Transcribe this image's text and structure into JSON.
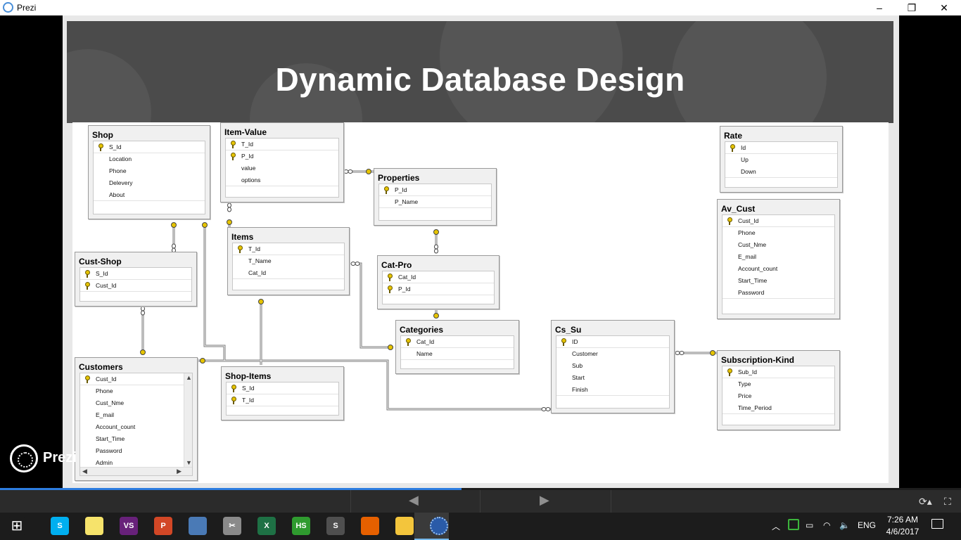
{
  "window": {
    "title": "Prezi",
    "minimize_glyph": "–",
    "maximize_glyph": "❐",
    "close_glyph": "✕"
  },
  "slide": {
    "title": "Dynamic Database Design"
  },
  "diagram": {
    "tables": [
      {
        "id": "shop",
        "name": "Shop",
        "columns": [
          {
            "name": "S_Id",
            "key": true
          },
          {
            "name": "Location",
            "key": false
          },
          {
            "name": "Phone",
            "key": false
          },
          {
            "name": "Delevery",
            "key": false
          },
          {
            "name": "About",
            "key": false
          }
        ]
      },
      {
        "id": "item-value",
        "name": "Item-Value",
        "columns": [
          {
            "name": "T_Id",
            "key": true
          },
          {
            "name": "P_Id",
            "key": true
          },
          {
            "name": "value",
            "key": false
          },
          {
            "name": "options",
            "key": false
          }
        ]
      },
      {
        "id": "properties",
        "name": "Properties",
        "columns": [
          {
            "name": "P_Id",
            "key": true
          },
          {
            "name": "P_Name",
            "key": false
          }
        ]
      },
      {
        "id": "items",
        "name": "Items",
        "columns": [
          {
            "name": "T_Id",
            "key": true
          },
          {
            "name": "T_Name",
            "key": false
          },
          {
            "name": "Cat_Id",
            "key": false
          }
        ]
      },
      {
        "id": "cust-shop",
        "name": "Cust-Shop",
        "columns": [
          {
            "name": "S_Id",
            "key": true
          },
          {
            "name": "Cust_Id",
            "key": true
          }
        ]
      },
      {
        "id": "cat-pro",
        "name": "Cat-Pro",
        "columns": [
          {
            "name": "Cat_Id",
            "key": true
          },
          {
            "name": "P_Id",
            "key": true
          }
        ]
      },
      {
        "id": "categories",
        "name": "Categories",
        "columns": [
          {
            "name": "Cat_Id",
            "key": true
          },
          {
            "name": "Name",
            "key": false
          }
        ]
      },
      {
        "id": "customers",
        "name": "Customers",
        "columns": [
          {
            "name": "Cust_Id",
            "key": true
          },
          {
            "name": "Phone",
            "key": false
          },
          {
            "name": "Cust_Nme",
            "key": false
          },
          {
            "name": "E_mail",
            "key": false
          },
          {
            "name": "Account_count",
            "key": false
          },
          {
            "name": "Start_Time",
            "key": false
          },
          {
            "name": "Password",
            "key": false
          },
          {
            "name": "Admin",
            "key": false
          }
        ]
      },
      {
        "id": "shop-items",
        "name": "Shop-Items",
        "columns": [
          {
            "name": "S_Id",
            "key": true
          },
          {
            "name": "T_Id",
            "key": true
          }
        ]
      },
      {
        "id": "cs-su",
        "name": "Cs_Su",
        "columns": [
          {
            "name": "ID",
            "key": true
          },
          {
            "name": "Customer",
            "key": false
          },
          {
            "name": "Sub",
            "key": false
          },
          {
            "name": "Start",
            "key": false
          },
          {
            "name": "Finish",
            "key": false
          }
        ]
      },
      {
        "id": "rate",
        "name": "Rate",
        "columns": [
          {
            "name": "Id",
            "key": true
          },
          {
            "name": "Up",
            "key": false
          },
          {
            "name": "Down",
            "key": false
          }
        ]
      },
      {
        "id": "av-cust",
        "name": "Av_Cust",
        "columns": [
          {
            "name": "Cust_Id",
            "key": true
          },
          {
            "name": "Phone",
            "key": false
          },
          {
            "name": "Cust_Nme",
            "key": false
          },
          {
            "name": "E_mail",
            "key": false
          },
          {
            "name": "Account_count",
            "key": false
          },
          {
            "name": "Start_Time",
            "key": false
          },
          {
            "name": "Password",
            "key": false
          }
        ]
      },
      {
        "id": "subscription-kind",
        "name": "Subscription-Kind",
        "columns": [
          {
            "name": "Sub_Id",
            "key": true
          },
          {
            "name": "Type",
            "key": false
          },
          {
            "name": "Price",
            "key": false
          },
          {
            "name": "Time_Period",
            "key": false
          }
        ]
      }
    ]
  },
  "player": {
    "brand": "Prezi",
    "progress_fraction": 0.48,
    "prev_glyph": "◀",
    "next_glyph": "▶"
  },
  "taskbar": {
    "tray_language": "ENG",
    "clock_time": "7:26 AM",
    "clock_date": "4/6/2017",
    "apps": [
      {
        "name": "windows-start",
        "glyph": "⊞",
        "color": "#1c1c1c"
      },
      {
        "name": "skype",
        "glyph": "S",
        "color": "#00aff0"
      },
      {
        "name": "sticky-notes",
        "glyph": "",
        "color": "#f6e36b"
      },
      {
        "name": "visual-studio",
        "glyph": "VS",
        "color": "#68217a"
      },
      {
        "name": "powerpoint-like",
        "glyph": "P",
        "color": "#d24726"
      },
      {
        "name": "network-tool",
        "glyph": "",
        "color": "#4a7ab6"
      },
      {
        "name": "snipping-tool",
        "glyph": "✂",
        "color": "#8a8a8a"
      },
      {
        "name": "excel",
        "glyph": "X",
        "color": "#1e7145"
      },
      {
        "name": "hotspot-shield",
        "glyph": "HS",
        "color": "#2f9b2f"
      },
      {
        "name": "sublime-text",
        "glyph": "S",
        "color": "#4f4f4f"
      },
      {
        "name": "firefox",
        "glyph": "",
        "color": "#e66000"
      },
      {
        "name": "file-explorer",
        "glyph": "",
        "color": "#f3c53c"
      },
      {
        "name": "prezi",
        "glyph": "",
        "color": "#2a5ba8"
      }
    ]
  }
}
